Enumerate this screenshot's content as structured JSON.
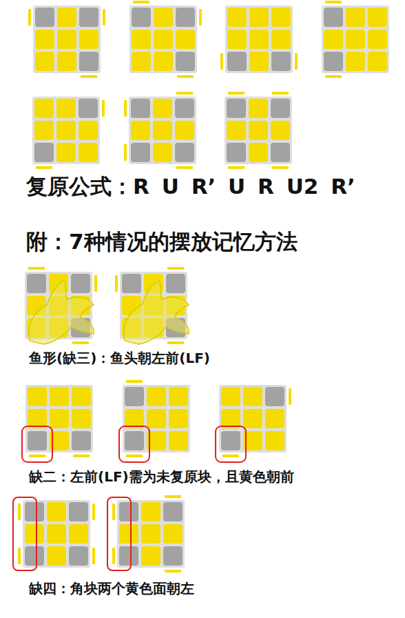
{
  "diagram": {
    "labels": [
      "复原公式：R U R’ U R U2 R’",
      "附：7种情况的摆放记忆方法",
      "鱼形(缺三)：鱼头朝左前(LF)",
      "缺二：左前(LF)需为未复原块，且黄色朝前",
      "缺四：角块两个黄色面朝左"
    ]
  }
}
